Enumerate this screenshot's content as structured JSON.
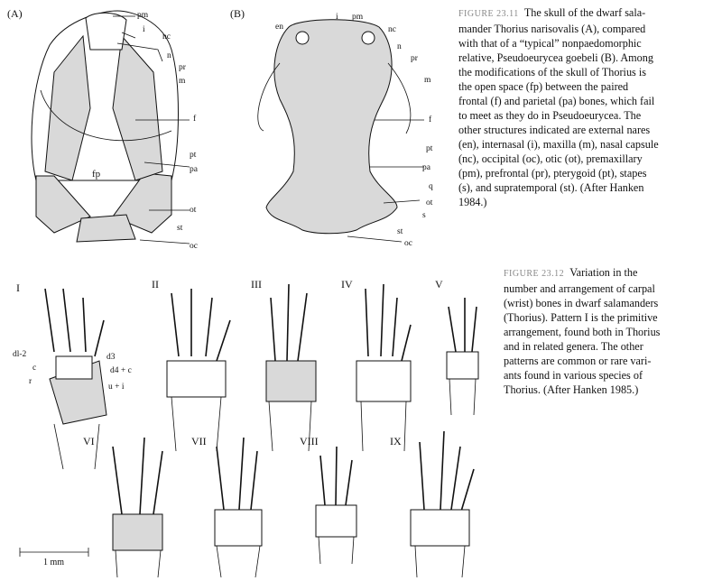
{
  "figure_23_11": {
    "panel_a": "(A)",
    "panel_b": "(B)",
    "labels_a": {
      "pm": "pm",
      "i": "i",
      "nc": "nc",
      "n": "n",
      "pr": "pr",
      "m": "m",
      "f": "f",
      "fp": "fp",
      "pt": "pt",
      "pa": "pa",
      "ot": "ot",
      "st": "st",
      "oc": "oc"
    },
    "labels_b": {
      "en": "en",
      "i": "i",
      "pm": "pm",
      "nc": "nc",
      "n": "n",
      "pr": "pr",
      "m": "m",
      "f": "f",
      "pt": "pt",
      "pa": "pa",
      "q": "q",
      "ot": "ot",
      "s": "s",
      "st": "st",
      "oc": "oc"
    },
    "caption_num": "FIGURE 23.11",
    "caption_lines": [
      "The skull of the dwarf sala-",
      "mander Thorius narisovalis (A), compared",
      "with that of a “typical” nonpaedomorphic",
      "relative, Pseudoeurycea goebeli (B). Among",
      "the modifications of the skull of Thorius is",
      "the open space (fp) between the paired",
      "frontal (f) and parietal (pa) bones, which fail",
      "to meet as they do in Pseudoeurycea. The",
      "other structures indicated are external nares",
      "(en), internasal (i), maxilla (m), nasal capsule",
      "(nc), occipital (oc), otic (ot), premaxillary",
      "(pm), prefrontal (pr), pterygoid (pt), stapes",
      "(s), and supratemporal (st). (After Hanken",
      "1984.)"
    ]
  },
  "figure_23_12": {
    "caption_num": "FIGURE 23.12",
    "caption_lines": [
      "Variation in the",
      "number and arrangement of carpal",
      "(wrist) bones in dwarf salamanders",
      "(Thorius). Pattern I is the primitive",
      "arrangement, found both in Thorius",
      "and in related genera. The other",
      "patterns are common or rare vari-",
      "ants found in various species of",
      "Thorius. (After Hanken 1985.)"
    ],
    "patterns": [
      "I",
      "II",
      "III",
      "IV",
      "V",
      "VI",
      "VII",
      "VIII",
      "IX"
    ],
    "bone_labels": {
      "dl2": "dl-2",
      "d3": "d3",
      "c": "c",
      "d4c": "d4 + c",
      "r": "r",
      "ui": "u + i"
    },
    "scale_label": "1 mm"
  }
}
